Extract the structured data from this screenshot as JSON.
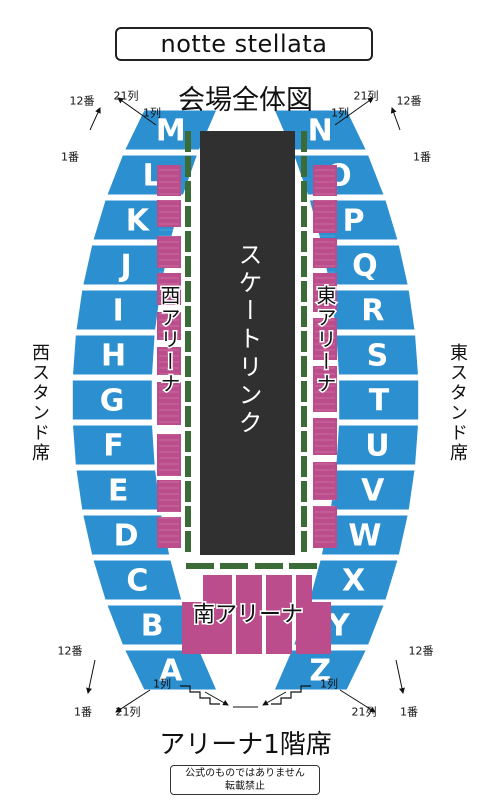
{
  "title": "notte stellata",
  "venue_label": "会場全体図",
  "floor_label": "アリーナ1階席",
  "notice": {
    "line1": "公式のものではありません",
    "line2": "転載禁止"
  },
  "rink_label": "スケートリンク",
  "west_arena_label": "西アリーナ",
  "east_arena_label": "東アリーナ",
  "south_arena_label": "南アリーナ",
  "west_stand_label": "西スタンド席",
  "east_stand_label": "東スタンド席",
  "west_blocks": [
    "M",
    "L",
    "K",
    "J",
    "I",
    "H",
    "G",
    "F",
    "E",
    "D",
    "C",
    "B",
    "A"
  ],
  "east_blocks": [
    "N",
    "O",
    "P",
    "Q",
    "R",
    "S",
    "T",
    "U",
    "V",
    "W",
    "X",
    "Y",
    "Z"
  ],
  "row_labels": {
    "first": "1列",
    "last": "21列"
  },
  "seat_labels": {
    "first": "1番",
    "last": "12番"
  },
  "colors": {
    "stand": "#2c8fd0",
    "arena": "#bc4d8c",
    "rink": "#303030",
    "boards": "#3b6b37",
    "text": "#111111"
  }
}
